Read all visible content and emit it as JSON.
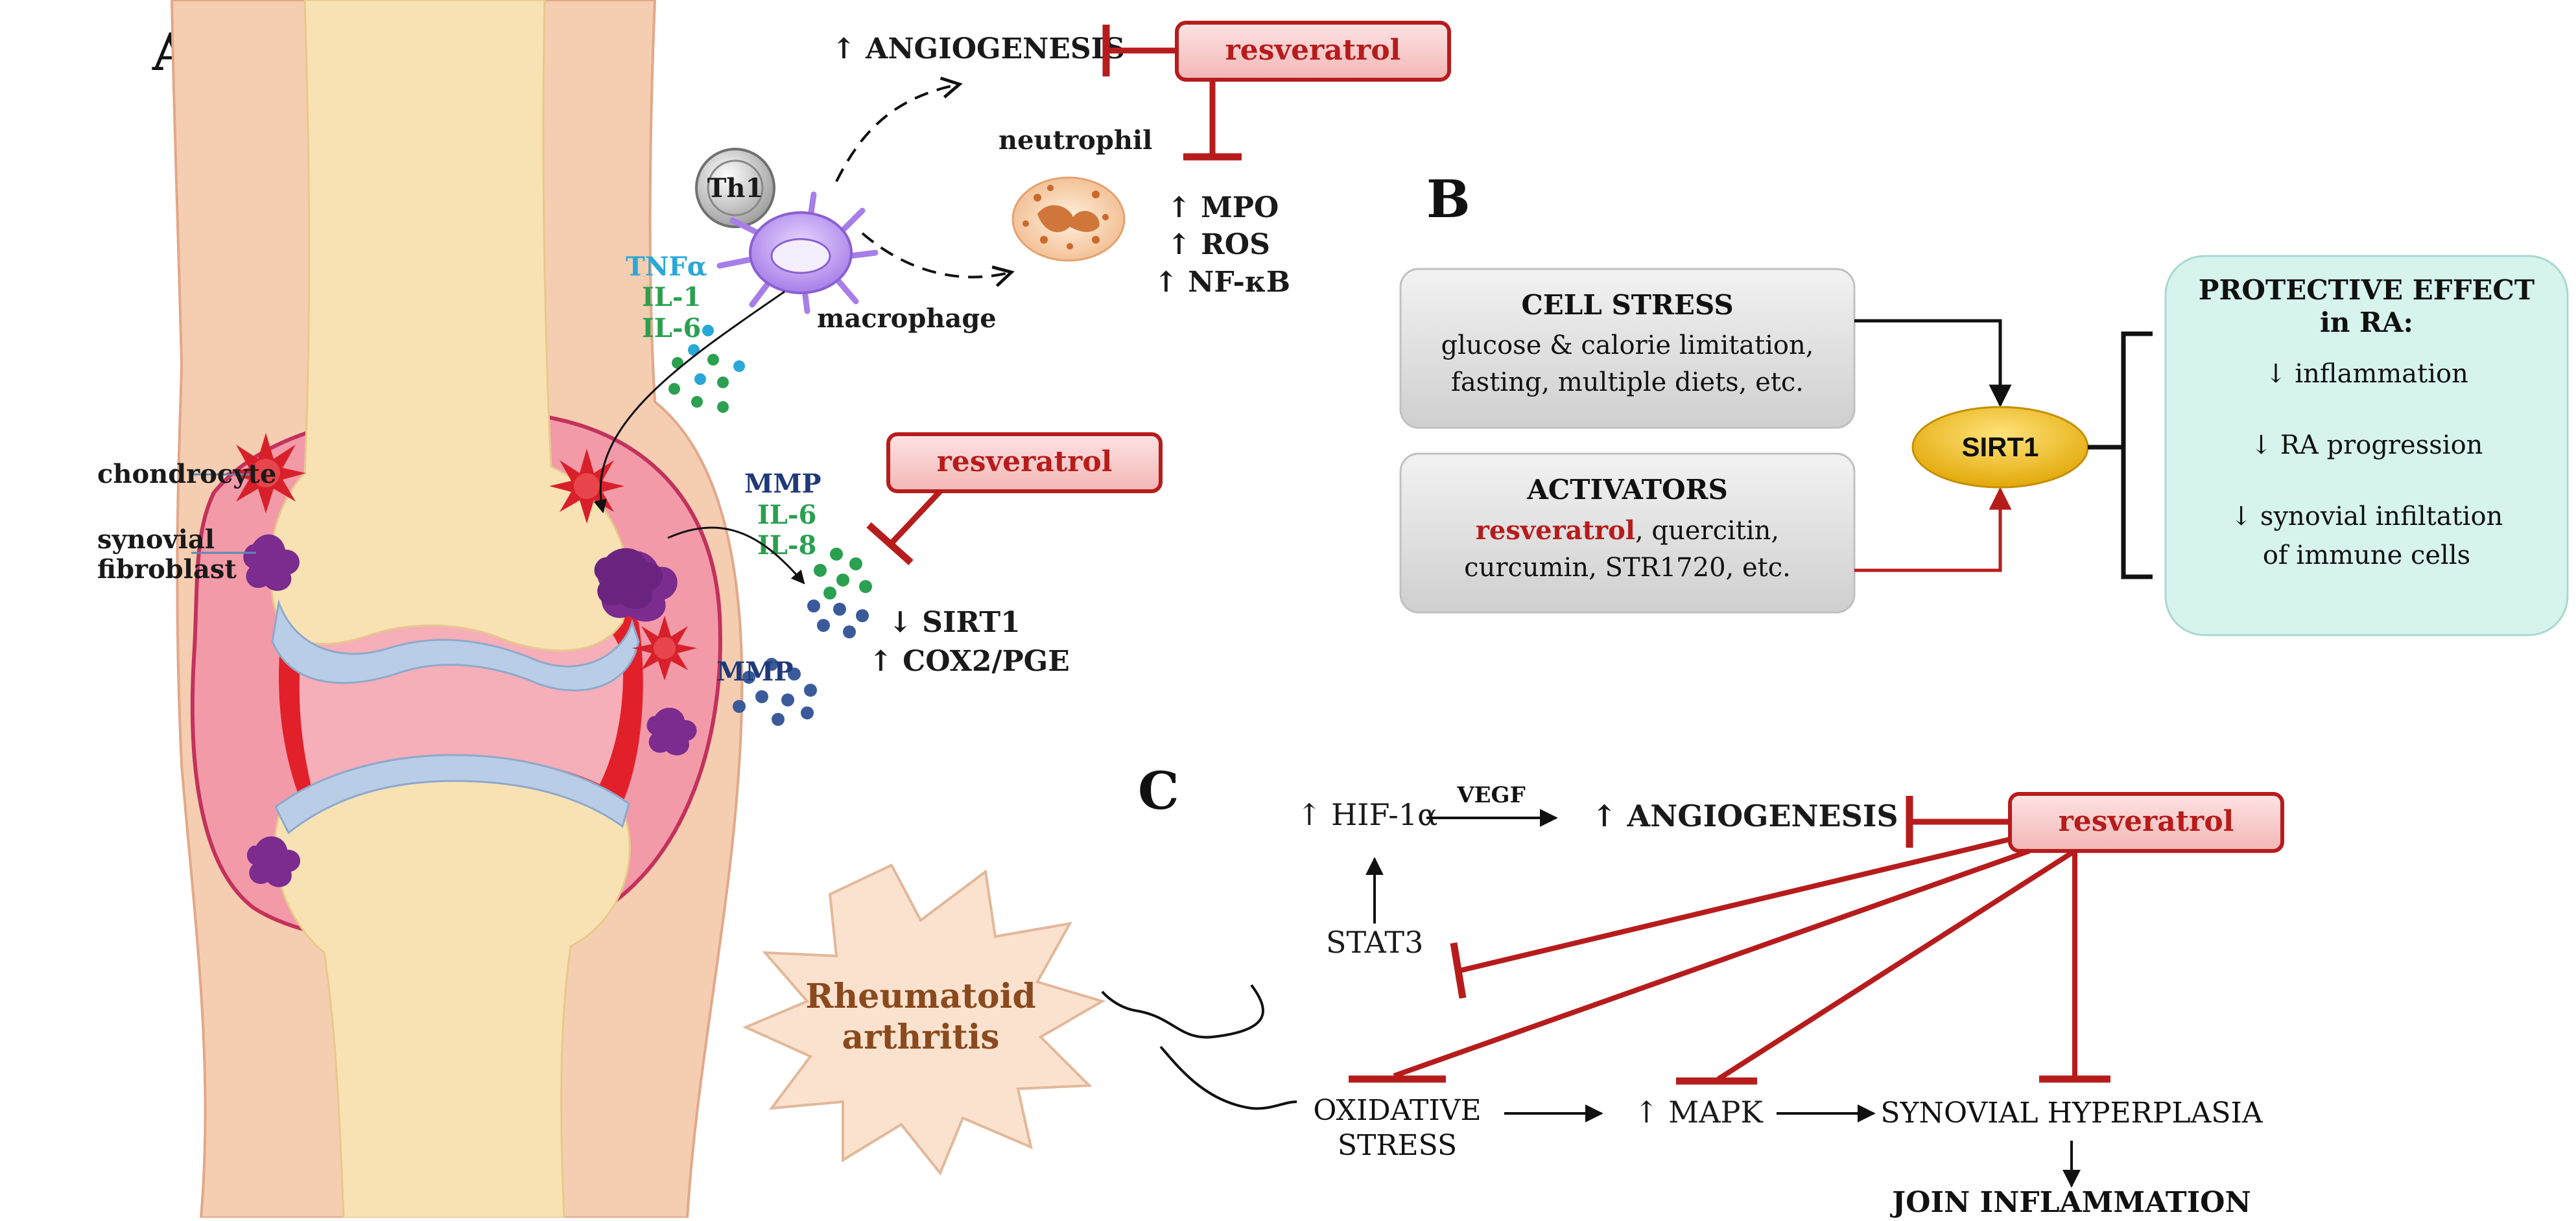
{
  "panels": {
    "a": "A",
    "b": "B",
    "c": "C"
  },
  "panel_a": {
    "angiogenesis": "↑ ANGIOGENESIS",
    "resveratrol_top": "resveratrol",
    "th1": "Th1",
    "neutrophil": "neutrophil",
    "mpo": "↑ MPO",
    "ros": "↑ ROS",
    "nfkb": "↑ NF-κB",
    "macrophage": "macrophage",
    "tnfa": "TNFα",
    "il1": "IL-1",
    "il6": "IL-6",
    "chondrocyte": "chondrocyte",
    "synovial": "synovial",
    "fibroblast": "fibroblast",
    "mmp": "MMP",
    "il6b": "IL-6",
    "il8": "IL-8",
    "resveratrol_mid": "resveratrol",
    "sirt1": "↓ SIRT1",
    "cox2": "↑ COX2/PGE",
    "mmp_b": "MMP"
  },
  "panel_b": {
    "stress_title": "CELL STRESS",
    "stress_line1": "glucose & calorie limitation,",
    "stress_line2": "fasting, multiple diets, etc.",
    "act_title": "ACTIVATORS",
    "act_resveratrol": "resveratrol",
    "act_line1_rest": ", quercitin,",
    "act_line2": "curcumin, STR1720, etc.",
    "sirt1": "SIRT1",
    "prot_title1": "PROTECTIVE EFFECT",
    "prot_title2": "in RA:",
    "prot_1": "↓ inflammation",
    "prot_2": "↓ RA progression",
    "prot_3a": "↓ synovial infiltation",
    "prot_3b": "of immune cells"
  },
  "panel_c": {
    "hif": "↑ HIF-1α",
    "vegf": "VEGF",
    "angiogenesis": "↑ ANGIOGENESIS",
    "resveratrol": "resveratrol",
    "stat3": "STAT3",
    "ra1": "Rheumatoid",
    "ra2": "arthritis",
    "ox1": "OXIDATIVE",
    "ox2": "STRESS",
    "mapk": "↑ MAPK",
    "hyperplasia": "SYNOVIAL HYPERPLASIA",
    "inflammation": "JOIN INFLAMMATION"
  },
  "colors": {
    "inhibit": "#b71c1c",
    "resveratrol_text": "#b71c1c",
    "tnf": "#29a8d8",
    "il": "#2aa050",
    "mmp": "#1f3a7a",
    "ra_text": "#8a4a1e",
    "sirt1_fill": "#f2b90f",
    "protect_fill": "#d6f3ee"
  }
}
